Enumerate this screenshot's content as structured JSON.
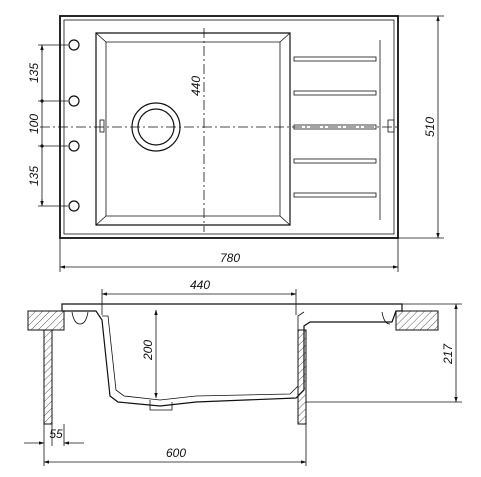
{
  "dimensions": {
    "top_spacing_upper": "135",
    "top_spacing_middle": "100",
    "top_spacing_lower": "135",
    "bowl_length": "440",
    "total_depth": "510",
    "total_width": "780",
    "section_bowl_width": "440",
    "bowl_depth": "200",
    "overall_height": "217",
    "edge_offset": "55",
    "cabinet_width": "600"
  }
}
